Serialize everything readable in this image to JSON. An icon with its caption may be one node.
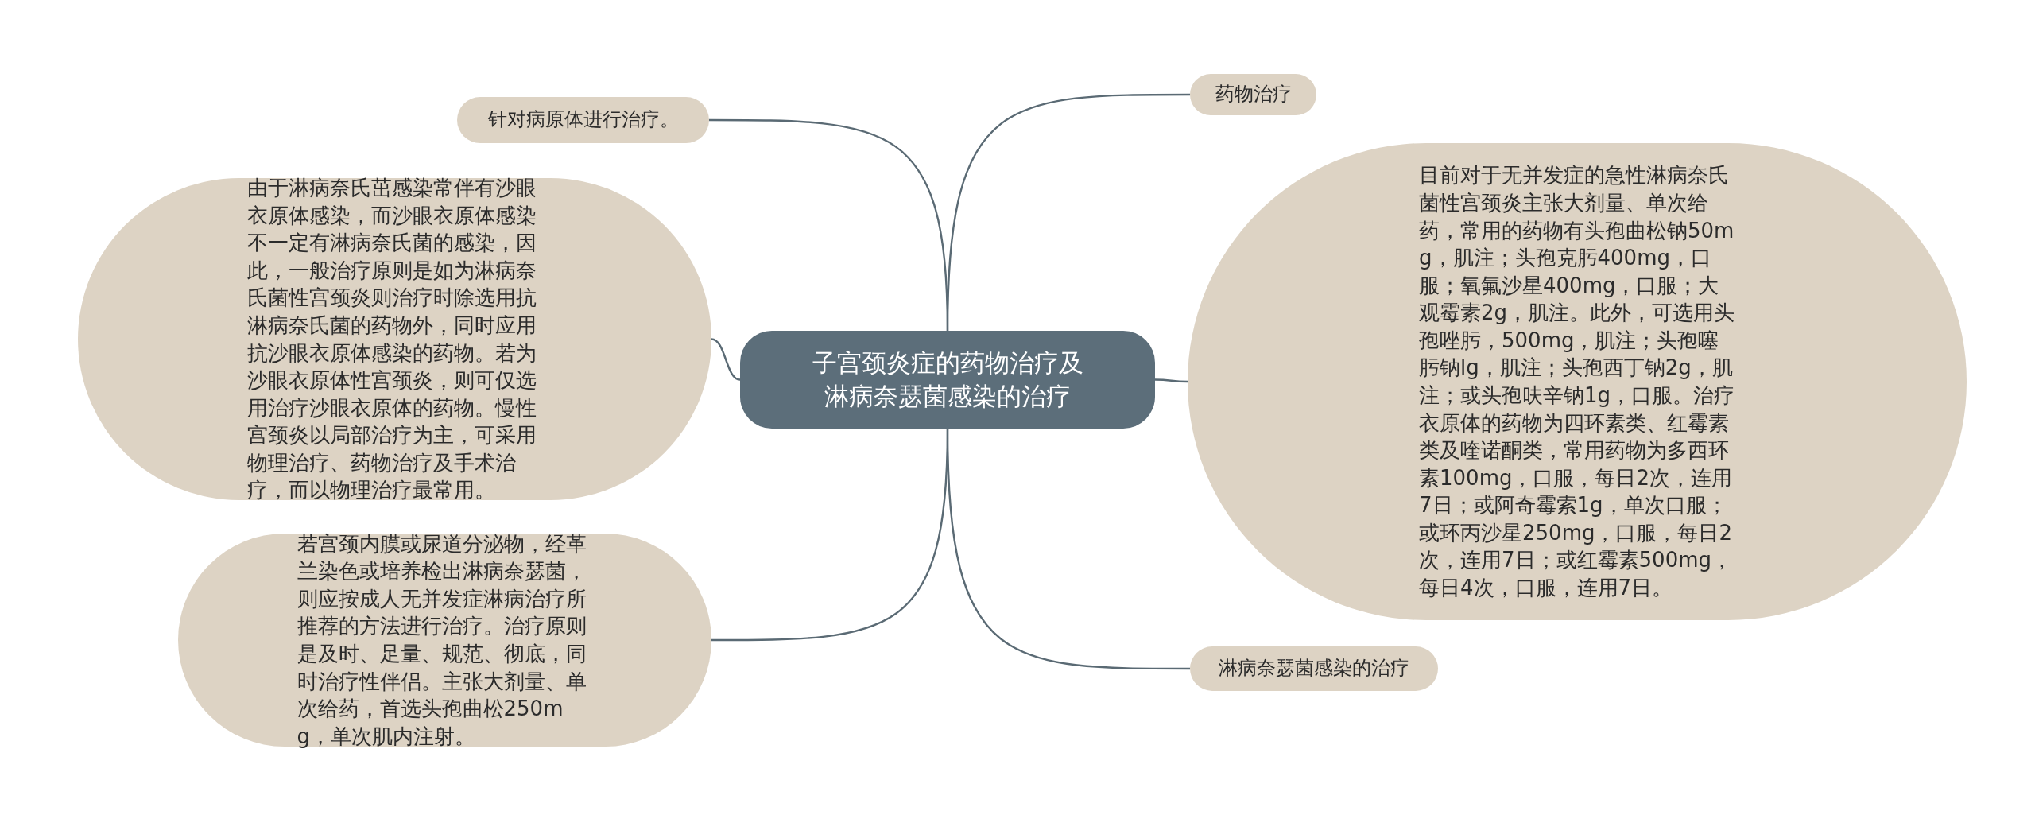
{
  "diagram": {
    "nodes": [
      {
        "text": [
          "子宫颈炎症的药物治疗及淋病奈瑟菌感染的治疗"
        ]
      },
      {
        "text": [
          "针对病原体进行治疗。"
        ]
      },
      {
        "text": [
          "由于淋病奈氏茁感染常伴有沙眼衣原体感染，而沙眼衣原体感染不一定有淋病奈氏菌的感染，因此，一般治疗原则是如为淋病奈氏菌性宫颈炎则治疗时除选用抗淋病奈氏菌的药物外，同时应用抗沙眼衣原体感染的药物。若为沙眼衣原体性宫颈炎，则可仅选用治疗沙眼衣原体的药物。慢性宫颈炎以局部治疗为主，可采用物理治疗、药物治疗及手术治疗，而以物理治疗最常用。"
        ]
      },
      {
        "text": [
          "若宫颈内膜或尿道分泌物，经革兰染色或培养检出淋病奈瑟菌，则应按成人无并发症淋病治疗所推荐的方法进行治疗。治疗原则是及时、足量、规范、彻底，同时治疗性伴侣。主张大剂量、单次给药，首选头孢曲松250mg，单次肌内注射。"
        ]
      },
      {
        "text": [
          "药物治疗"
        ]
      },
      {
        "text": [
          "目前对于无并发症的急性淋病奈氏菌性宫颈炎主张大剂量、单次给药，常用的药物有头孢曲松钠50mg，肌注；头孢克肟400mg，口服；氧氟沙星400mg，口服；大观霉素2g，肌注。此外，可选用头孢唑肟，500mg，肌注；头孢噻肟钠lg，肌注；头孢西丁钠2g，肌注；或头孢呋辛钠1g，口服。治疗衣原体的药物为四环素类、红霉素类及喹诺酮类，常用药物为多西环素100mg，口服，每日2次，连用7日；或阿奇霉索1g，单次口服；或环丙沙星250mg，口服，每日2次，连用7日；或红霉素500mg，每日4次，口服，连用7日。"
        ]
      },
      {
        "text": [
          "淋病奈瑟菌感染的治疗"
        ]
      }
    ],
    "edges": [
      {
        "from": 0,
        "to": 1,
        "arrow": "none"
      },
      {
        "from": 0,
        "to": 2,
        "arrow": "none"
      },
      {
        "from": 0,
        "to": 3,
        "arrow": "none"
      },
      {
        "from": 0,
        "to": 4,
        "arrow": "none"
      },
      {
        "from": 0,
        "to": 5,
        "arrow": "none"
      },
      {
        "from": 0,
        "to": 6,
        "arrow": "none"
      }
    ]
  }
}
